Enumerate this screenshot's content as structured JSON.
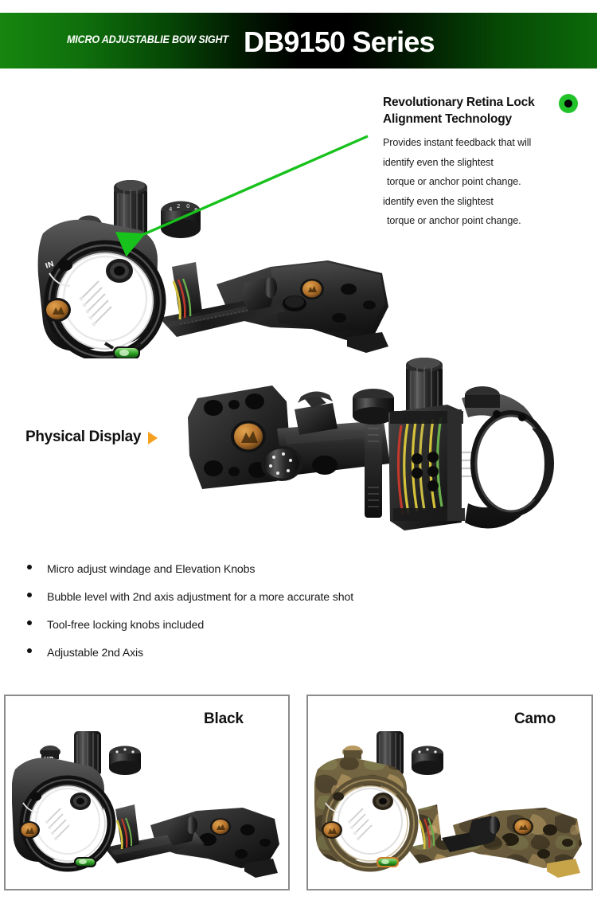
{
  "banner": {
    "subtitle": "MICRO ADJUSTABLIE BOW SIGHT",
    "title": "DB9150 Series",
    "gradient_start": "#16860f",
    "gradient_mid": "#000000",
    "gradient_end": "#0c6a0a"
  },
  "callout": {
    "title_line1": "Revolutionary Retina Lock",
    "title_line2": "Alignment Technology",
    "lines": [
      "Provides instant feedback that will",
      "identify even the slightest",
      "torque or anchor point change.",
      "identify even the slightest",
      "torque or anchor point change."
    ],
    "badge_color": "#22c32a",
    "pointer_color": "#18c21c"
  },
  "physical_display": {
    "label": "Physical Display",
    "arrow_color": "#f5a01e"
  },
  "features": [
    "Micro adjust windage and Elevation Knobs",
    "Bubble level with 2nd axis adjustment for a more accurate shot",
    "Tool-free locking knobs included",
    "Adjustable 2nd Axis"
  ],
  "color_panels": [
    {
      "label": "Black",
      "finish": "black"
    },
    {
      "label": "Camo",
      "finish": "camo"
    }
  ],
  "palette": {
    "body_black": "#2b2b2b",
    "body_black_dark": "#121212",
    "body_black_light": "#4a4a4a",
    "camo_base": "#6d5f3e",
    "camo_tan": "#b89a62",
    "camo_dark": "#3b3122",
    "camo_olive": "#7d7a4e",
    "bubble_green": "#4cc23a",
    "fiber_yellow": "#d4c23a",
    "fiber_red": "#c0392b",
    "fiber_green": "#6ab04c",
    "logo_copper": "#c87f2a",
    "panel_border": "#8c8c8c"
  }
}
